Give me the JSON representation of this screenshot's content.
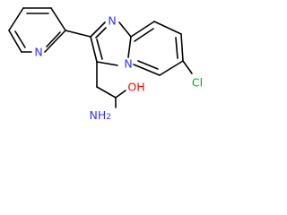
{
  "molecule": {
    "atom_labels": {
      "imidazole_n": "N",
      "bridge_n": "N",
      "pyridine_n": "N",
      "chlorine": "Cl",
      "amide_o": "OH",
      "amide_n": "NH",
      "amide_n_subscript": "2"
    },
    "colors": {
      "bond": "#000000",
      "nitrogen": "#3333ff",
      "chlorine": "#00b300",
      "oxygen": "#ff0000",
      "background": "#ffffff"
    }
  }
}
